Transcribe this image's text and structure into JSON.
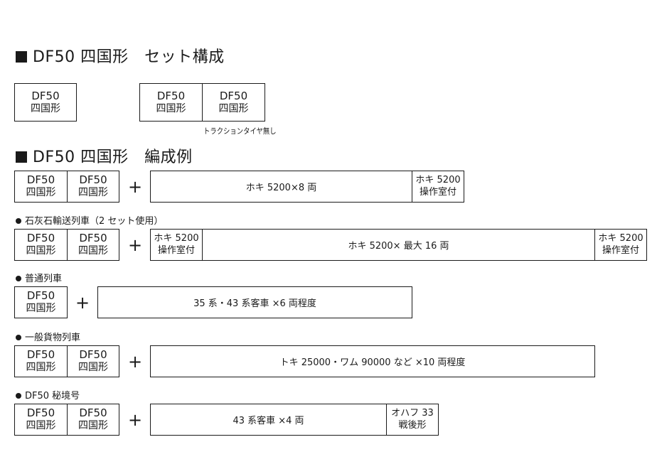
{
  "heading_set": {
    "text": "DF50 四国形　セット構成"
  },
  "heading_formation": {
    "text": "DF50 四国形　編成例"
  },
  "loco": {
    "line1": "DF50",
    "line2": "四国形"
  },
  "set_note": "トラクションタイヤ無し",
  "plus": "+",
  "formation_1": {
    "wagons": "ホキ 5200×8 両",
    "brake": {
      "line1": "ホキ 5200",
      "line2": "操作室付"
    }
  },
  "formation_2": {
    "label": "石灰石輸送列車（2 セット使用）",
    "brake": {
      "line1": "ホキ 5200",
      "line2": "操作室付"
    },
    "wagons": "ホキ 5200× 最大 16 両"
  },
  "formation_3": {
    "label": "普通列車",
    "coaches": "35 系・43 系客車 ×6 両程度"
  },
  "formation_4": {
    "label": "一般貨物列車",
    "wagons": "トキ 25000・ワム 90000 など ×10 両程度"
  },
  "formation_5": {
    "label": "DF50 秘境号",
    "coaches": "43 系客車 ×4 両",
    "end_car": {
      "line1": "オハフ 33",
      "line2": "戦後形"
    }
  }
}
